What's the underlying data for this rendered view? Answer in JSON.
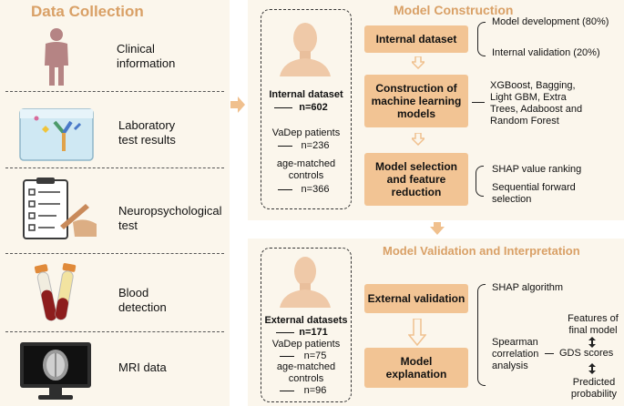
{
  "data_collection": {
    "title": "Data Collection",
    "items": [
      {
        "label_line1": "Clinical",
        "label_line2": "information",
        "icon": "person-icon"
      },
      {
        "label_line1": "Laboratory",
        "label_line2": "test results",
        "icon": "lab-test-icon"
      },
      {
        "label_line1": "Neuropsychological",
        "label_line2": "test",
        "icon": "questionnaire-icon"
      },
      {
        "label_line1": "Blood",
        "label_line2": "detection",
        "icon": "blood-tube-icon"
      },
      {
        "label_line1": "MRI data",
        "label_line2": "",
        "icon": "mri-monitor-icon"
      }
    ]
  },
  "model_construction": {
    "title": "Model Construction",
    "internal": {
      "heading": "Internal dataset",
      "total": "n=602",
      "group1_label": "VaDep patients",
      "group1_n": "n=236",
      "group2_line1": "age-matched",
      "group2_line2": "controls",
      "group2_n": "n=366"
    },
    "steps": [
      {
        "line1": "Internal dataset",
        "line2": "",
        "line3": ""
      },
      {
        "line1": "Construction of",
        "line2": "machine learning",
        "line3": "models"
      },
      {
        "line1": "Model selection",
        "line2": "and feature",
        "line3": "reduction"
      }
    ],
    "split": {
      "dev": "Model development (80%)",
      "val": "Internal validation (20%)"
    },
    "algorithms": [
      "XGBoost, Bagging,",
      "Light GBM, Extra",
      "Trees, Adaboost and",
      "Random Forest"
    ],
    "selection": {
      "a": "SHAP value ranking",
      "b1": "Sequential forward",
      "b2": "selection"
    }
  },
  "validation": {
    "title": "Model Validation and Interpretation",
    "external": {
      "heading": "External datasets",
      "total": "n=171",
      "group1_label": "VaDep patients",
      "group1_n": "n=75",
      "group2_line1": "age-matched",
      "group2_line2": "controls",
      "group2_n": "n=96"
    },
    "steps": [
      {
        "line1": "External validation",
        "line2": ""
      },
      {
        "line1": "Model",
        "line2": "explanation"
      }
    ],
    "shap": "SHAP algorithm",
    "spearman": [
      "Spearman",
      "correlation",
      "analysis"
    ],
    "features": [
      "Features of",
      "final model"
    ],
    "gds": "GDS scores",
    "predicted": [
      "Predicted",
      "probability"
    ]
  },
  "colors": {
    "accent": "#d9a066",
    "box": "#f2c494",
    "panel": "#fbf6ec",
    "arrow": "#f0c08e"
  }
}
